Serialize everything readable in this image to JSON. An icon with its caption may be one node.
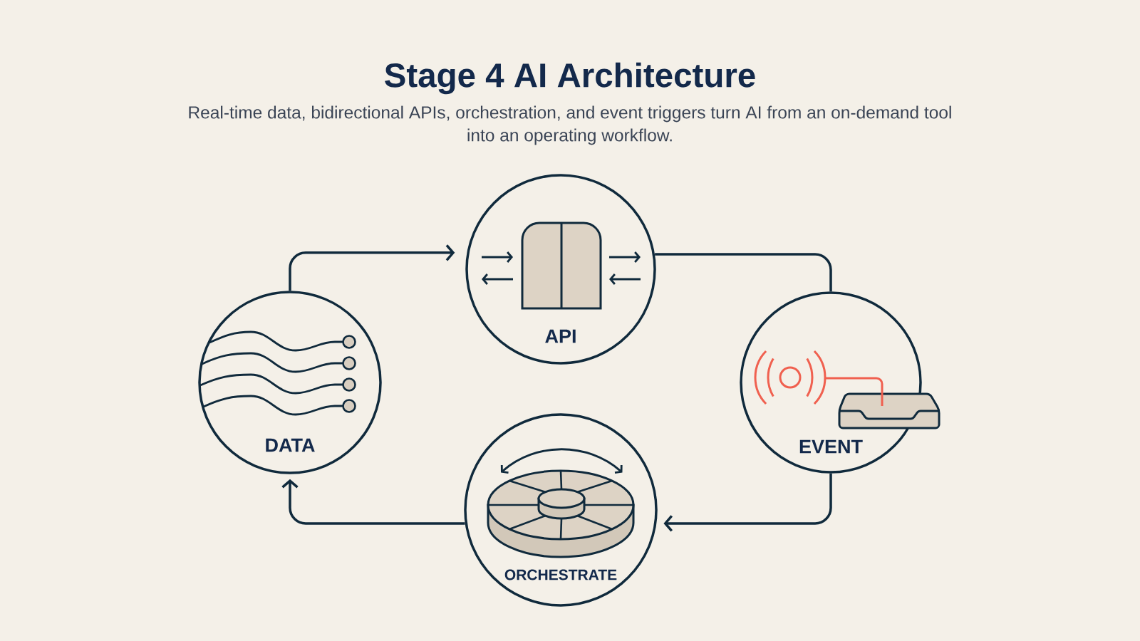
{
  "diagram": {
    "title": "Stage 4 AI Architecture",
    "caption": "Real-time data, bidirectional APIs, orchestration, and event triggers turn AI from an on-demand tool into an operating workflow.",
    "nodes": [
      {
        "text": [
          "API"
        ]
      },
      {
        "text": [
          "DATA"
        ]
      },
      {
        "text": [
          "EVENT"
        ]
      },
      {
        "text": [
          "ORCHESTRATE"
        ]
      }
    ],
    "edges": [
      {
        "from": 1,
        "to": 0,
        "arrow": "to"
      },
      {
        "from": 0,
        "to": 2,
        "arrow": "none"
      },
      {
        "from": 2,
        "to": 3,
        "arrow": "to"
      },
      {
        "from": 3,
        "to": 1,
        "arrow": "to"
      }
    ]
  }
}
